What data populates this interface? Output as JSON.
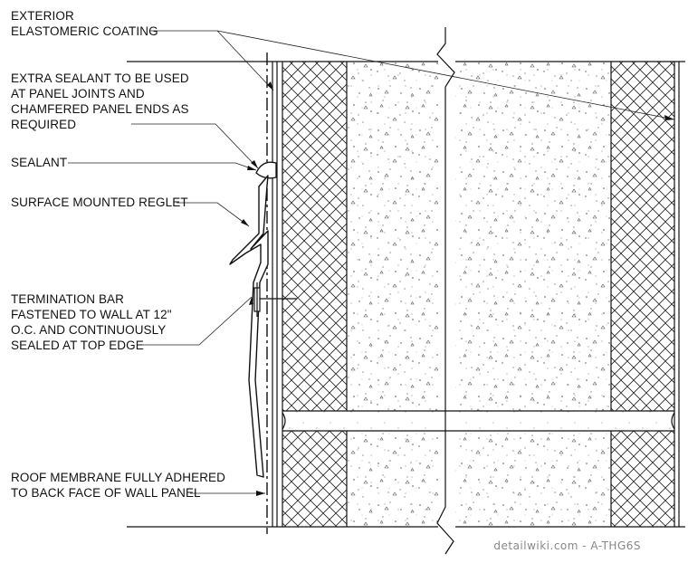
{
  "notes": {
    "coating": [
      "EXTERIOR",
      "ELASTOMERIC COATING"
    ],
    "extra_sealant": [
      "EXTRA SEALANT TO BE USED",
      "AT PANEL JOINTS AND",
      "CHAMFERED PANEL ENDS AS",
      "REQUIRED"
    ],
    "sealant": [
      "SEALANT"
    ],
    "reglet": [
      "SURFACE MOUNTED REGLET"
    ],
    "termination_bar": [
      "TERMINATION BAR",
      "FASTENED TO WALL AT 12\"",
      "O.C. AND CONTINUOUSLY",
      "SEALED AT TOP EDGE"
    ],
    "membrane": [
      "ROOF MEMBRANE FULLY ADHERED",
      "TO BACK FACE OF WALL PANEL"
    ]
  },
  "watermark": "detailwiki.com - A-THG6S"
}
